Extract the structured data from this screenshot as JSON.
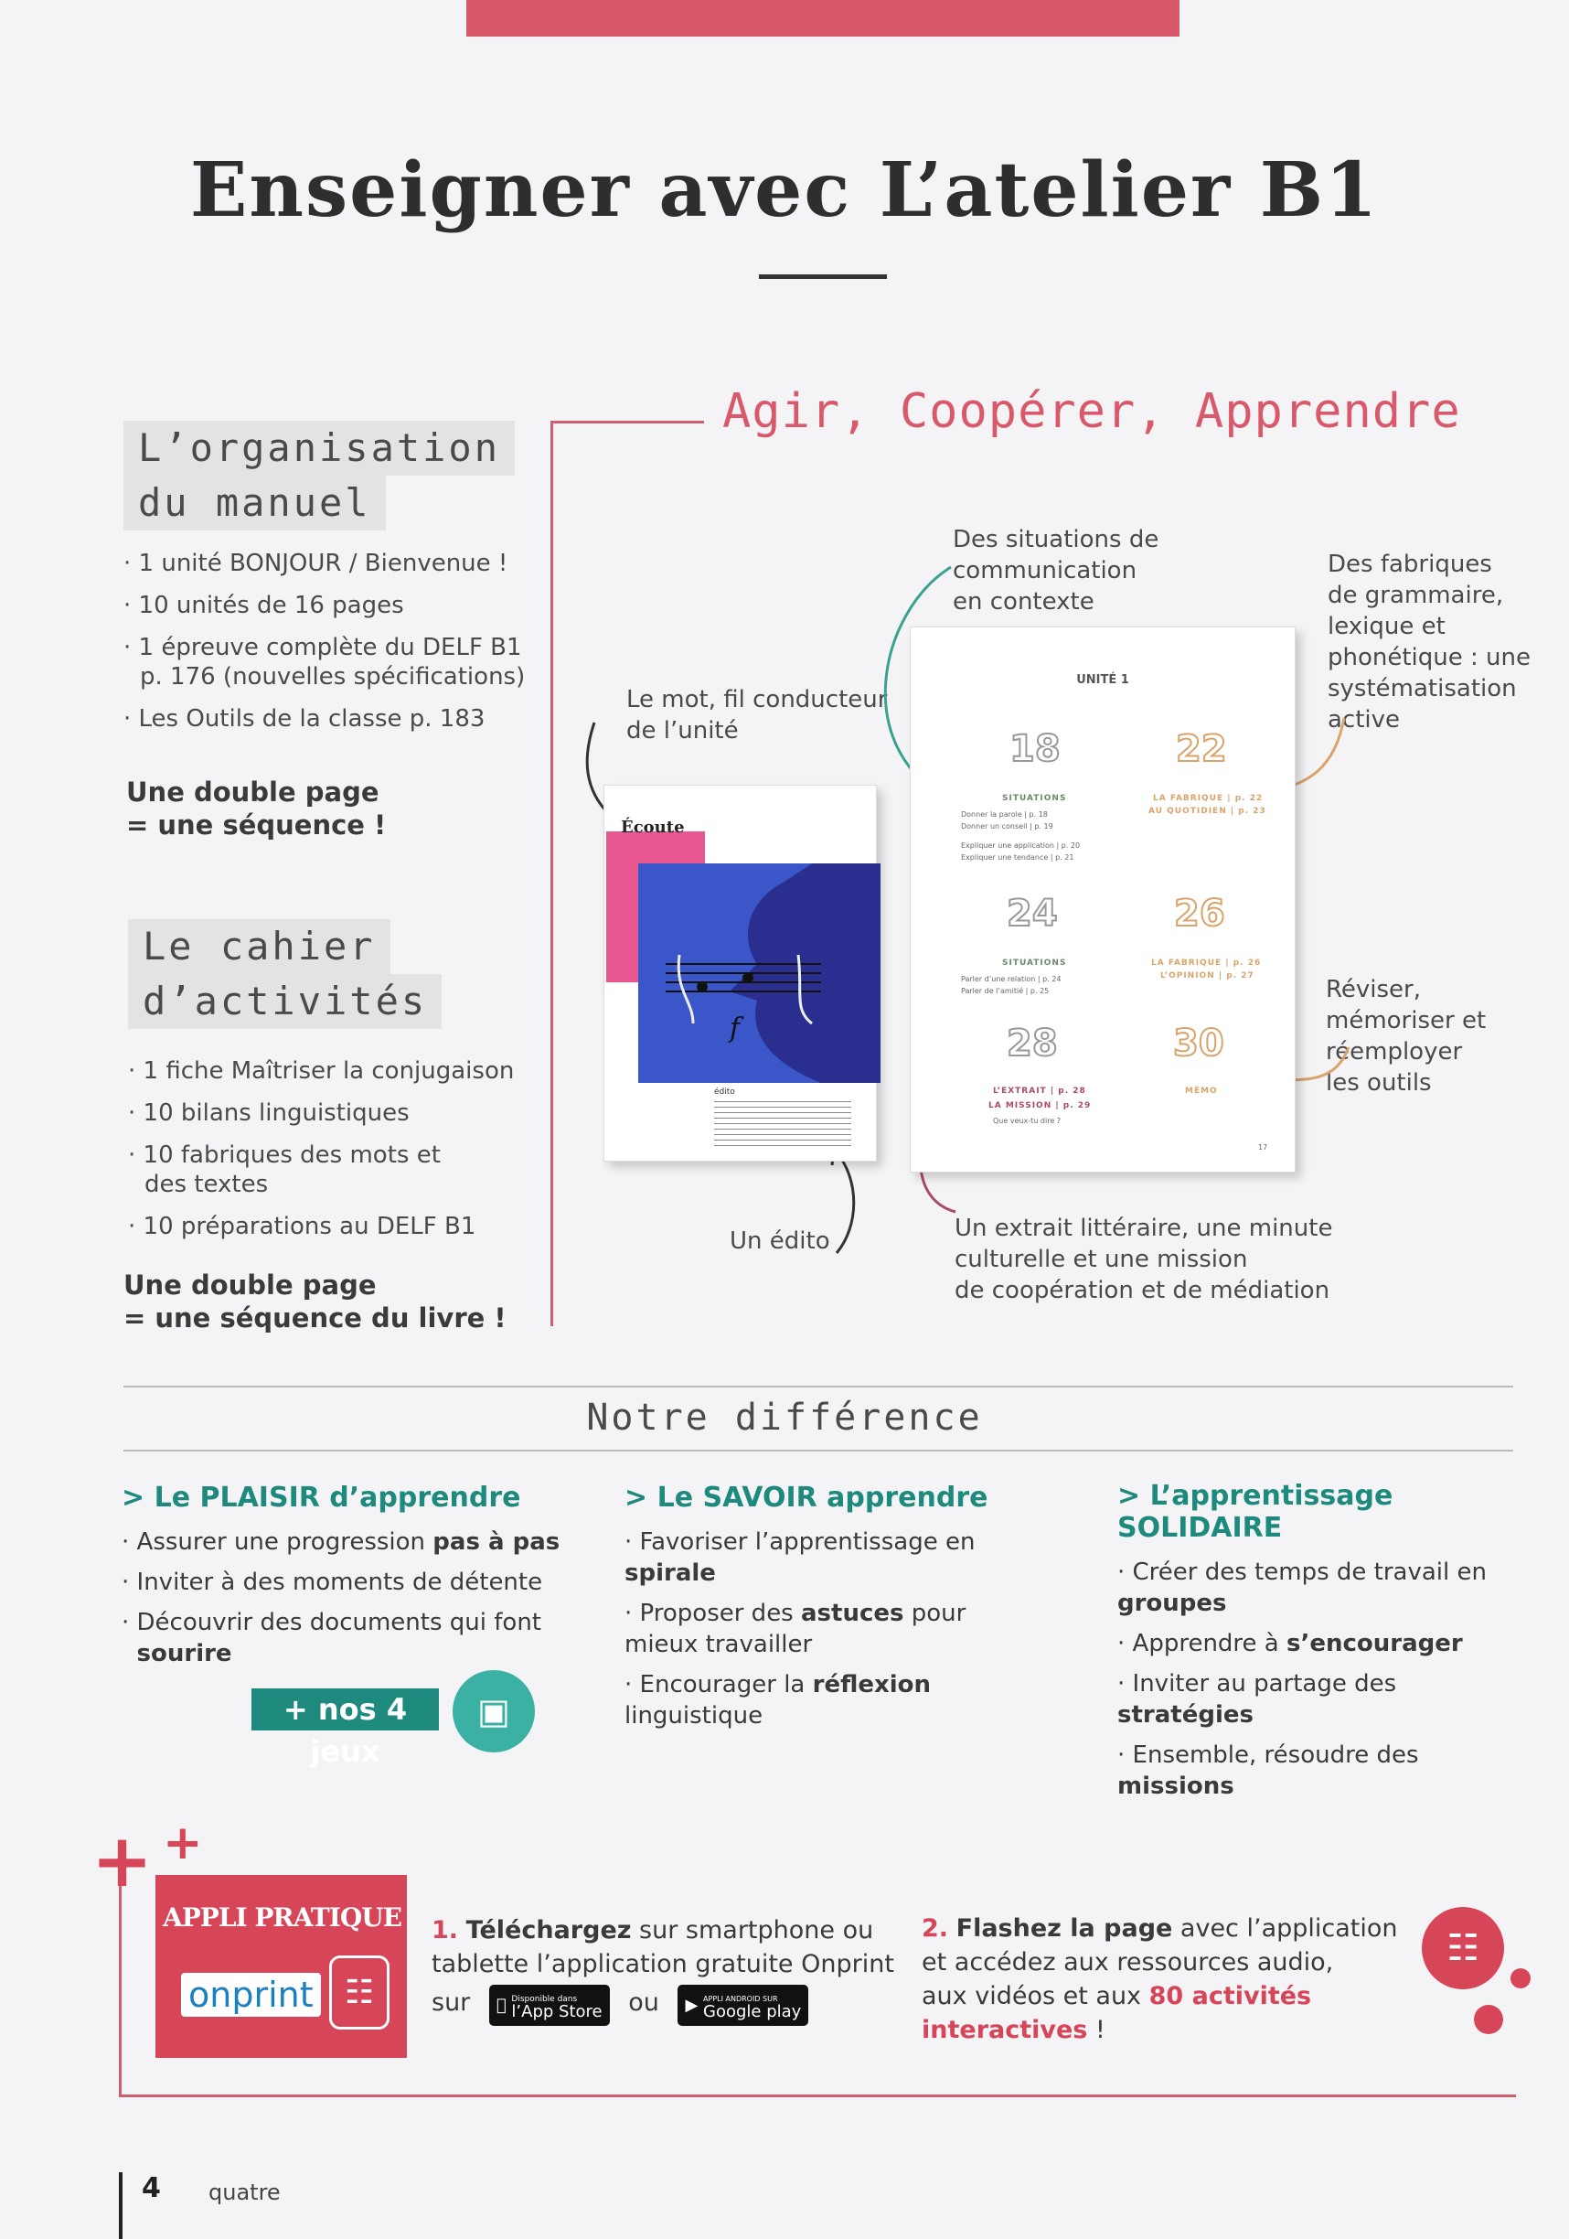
{
  "title": "Enseigner avec L’atelier B1",
  "left": {
    "org_title_1": "L’organisation",
    "org_title_2": "du manuel",
    "org_items": [
      "1 unité BONJOUR / Bienvenue !",
      "10 unités de 16 pages",
      "1 épreuve complète du DELF B1",
      "p. 176 (nouvelles spécifications)",
      "Les Outils de la classe p. 183"
    ],
    "org_note_1": "Une double page",
    "org_note_2": "= une séquence !",
    "cahier_title_1": "Le cahier",
    "cahier_title_2": "d’activités",
    "cahier_items": [
      "1 fiche Maîtriser la conjugaison",
      "10 bilans linguistiques",
      "10 fabriques des mots et",
      "des textes",
      "10 préparations au DELF B1"
    ],
    "cahier_note_1": "Une double page",
    "cahier_note_2": "= une séquence du livre !"
  },
  "right": {
    "heading": "Agir, Coopérer, Apprendre",
    "ann_situations": [
      "Des situations de",
      "communication",
      "en contexte"
    ],
    "ann_fabriques": [
      "Des fabriques",
      "de grammaire,",
      "lexique et",
      "phonétique : une",
      "systématisation",
      "active"
    ],
    "ann_mot": [
      "Le mot, fil conducteur",
      "de l’unité"
    ],
    "ann_reviser": [
      "Réviser,",
      "mémoriser et",
      "réemployer",
      "les outils"
    ],
    "ann_edito": "Un édito",
    "ann_extrait": [
      "Un extrait littéraire, une minute",
      "culturelle et une mission",
      "de coopération et de médiation"
    ],
    "book": {
      "ecoute": "Écoute",
      "edito": "édito",
      "unite": "UNITÉ 1",
      "p18": "18",
      "p18_lab": "SITUATIONS",
      "p18_txt": [
        "Donner la parole | p. 18",
        "Donner un conseil | p. 19",
        "Expliquer une application | p. 20",
        "Expliquer une tendance | p. 21"
      ],
      "p22": "22",
      "p22_lab": "LA FABRIQUE | p. 22",
      "p22_lab2": "AU QUOTIDIEN | p. 23",
      "p24": "24",
      "p24_lab": "SITUATIONS",
      "p24_txt": [
        "Parler d’une relation | p. 24",
        "Parler de l’amitié | p. 25"
      ],
      "p26": "26",
      "p26_lab": "LA FABRIQUE | p. 26",
      "p26_lab2": "L’OPINION | p. 27",
      "p28": "28",
      "p28_lab": "L’EXTRAIT | p. 28",
      "p28_lab2": "LA MISSION | p. 29",
      "p28_txt": "Que veux-tu dire ?",
      "p30": "30",
      "p30_lab": "MÉMO",
      "page_no": "17"
    }
  },
  "difference": {
    "title": "Notre différence",
    "cols": [
      {
        "head": "> Le PLAISIR d’apprendre",
        "items": [
          {
            "pre": "Assurer une progression ",
            "b": "pas à pas",
            "post": ""
          },
          {
            "pre": "Inviter à des moments de détente",
            "b": "",
            "post": ""
          },
          {
            "pre": "Découvrir des documents qui font ",
            "b": "sourire",
            "post": ""
          }
        ]
      },
      {
        "head": "> Le SAVOIR apprendre",
        "items": [
          {
            "pre": "Favoriser l’apprentissage en ",
            "b": "spirale",
            "post": ""
          },
          {
            "pre": "Proposer des ",
            "b": "astuces",
            "post": " pour mieux travailler"
          },
          {
            "pre": "Encourager la ",
            "b": "réflexion",
            "post": " linguistique"
          }
        ]
      },
      {
        "head": "> L’apprentissage SOLIDAIRE",
        "items": [
          {
            "pre": "Créer des temps de travail en ",
            "b": "groupes",
            "post": ""
          },
          {
            "pre": "Apprendre à ",
            "b": "s’encourager",
            "post": ""
          },
          {
            "pre": "Inviter au partage des ",
            "b": "stratégies",
            "post": ""
          },
          {
            "pre": "Ensemble, résoudre des ",
            "b": "missions",
            "post": ""
          }
        ]
      }
    ],
    "jeux": "+ nos 4 jeux"
  },
  "appli": {
    "title": "APPLI PRATIQUE",
    "logo": "onprint",
    "step1_num": "1.",
    "step1_b": "Téléchargez",
    "step1_t1": " sur smartphone ou",
    "step1_t2": "tablette l’application gratuite Onprint",
    "step1_sur": "sur",
    "step1_ou": "ou",
    "appstore_small": "Disponible dans",
    "appstore": "l’App Store",
    "google_small": "APPLI ANDROID SUR",
    "google": "Google play",
    "step2_num": "2.",
    "step2_b": "Flashez la page",
    "step2_t1": " avec l’application",
    "step2_t2": "et accédez aux ressources audio,",
    "step2_t3": "aux vidéos et aux ",
    "step2_red": "80 activités interactives",
    "step2_end": " !"
  },
  "footer": {
    "page_num": "4",
    "page_word": "quatre"
  },
  "colors": {
    "accent_red": "#d9596b",
    "teal": "#1e8a7e"
  },
  "icons": [
    "phone-scan-icon",
    "game-phone-icon",
    "apple-icon",
    "play-icon"
  ]
}
